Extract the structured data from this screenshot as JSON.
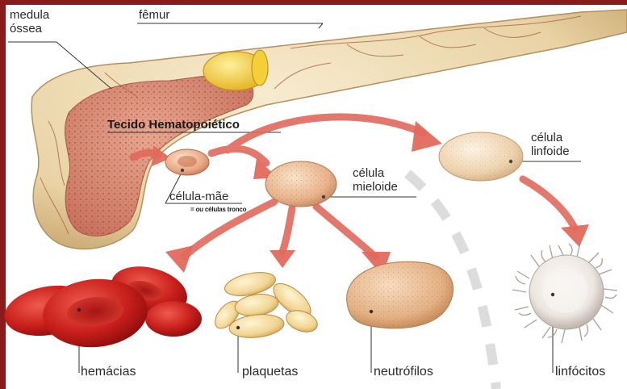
{
  "labels": {
    "medula_line1": "medula",
    "medula_line2": "óssea",
    "femur": "fêmur",
    "tecido": "Tecido Hematopoiético",
    "celula_mae": "célula-mãe",
    "celulas_tronco": "= ou células tronco",
    "mieloide_line1": "célula",
    "mieloide_line2": "mieloide",
    "linfoide_line1": "célula",
    "linfoide_line2": "linfoide",
    "hemacias": "hemácias",
    "plaquetas": "plaquetas",
    "neutrofilos": "neutrófilos",
    "linfocitos": "linfócitos"
  },
  "colors": {
    "frame": "#8b1a1a",
    "bone": "#ecd6ab",
    "marrow": "#d9907a",
    "arrow": "#e2695c",
    "red_cell": "#c51e1c",
    "platelet": "#f3d89a",
    "neutrophil": "#e6b88c",
    "lymphocyte": "#efeae6"
  }
}
